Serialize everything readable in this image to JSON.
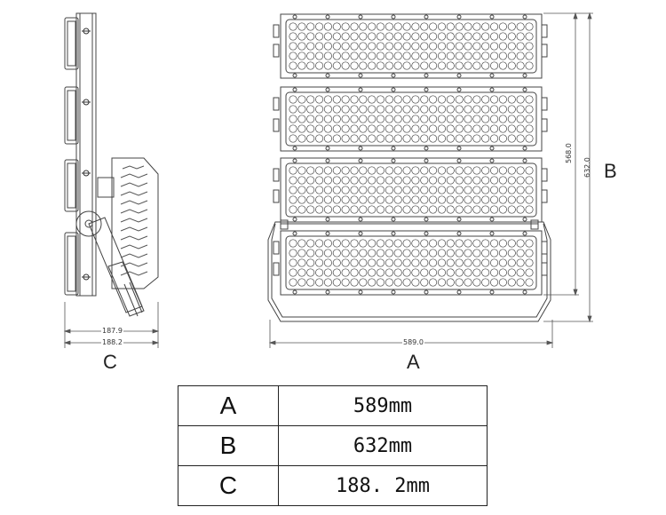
{
  "views": {
    "side_label": "C",
    "front_label": "A",
    "height_label": "B"
  },
  "dimensions": {
    "side_width_inner": "187.9",
    "side_width_outer": "188.2",
    "front_width": "589.0",
    "front_height_inner": "568.0",
    "front_height_outer": "632.0"
  },
  "spec_table": [
    {
      "key": "A",
      "value": "589mm"
    },
    {
      "key": "B",
      "value": "632mm"
    },
    {
      "key": "C",
      "value": "188. 2mm"
    }
  ]
}
